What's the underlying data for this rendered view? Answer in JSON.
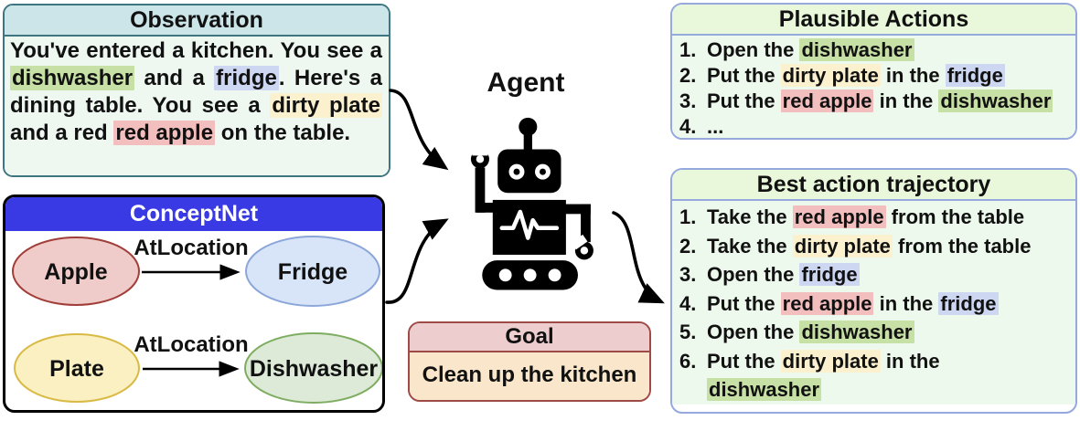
{
  "colors": {
    "text": "#111111",
    "obs-border": "#3d7680",
    "obs-header-bg": "#cbe5e9",
    "obs-body-bg": "#eef8f1",
    "cn-header-bg": "#3a3ae4",
    "goal-border": "#9e4a46",
    "goal-header-bg": "#edcdce",
    "goal-body-bg": "#fae7cb",
    "right-border": "#95a9dc",
    "right-header-bg": "#e9f7da",
    "right-body-bg": "#eef9ed",
    "arrow": "#000000"
  },
  "highlight_colors": {
    "dishwasher": "#c7e0a5",
    "fridge": "#cdd7f1",
    "plate": "#fbf1cf",
    "apple": "#f3bfbe"
  },
  "observation": {
    "title": "Observation",
    "segments": [
      {
        "t": "You've entered a kitchen. You see a "
      },
      {
        "t": "dishwasher",
        "h": "dishwasher"
      },
      {
        "t": " and a "
      },
      {
        "t": "fridge",
        "h": "fridge"
      },
      {
        "t": ". Here's a dining table. You see a "
      },
      {
        "t": "dirty plate",
        "h": "plate"
      },
      {
        "t": " and a red "
      },
      {
        "t": "red apple",
        "h": "apple"
      },
      {
        "t": " on the table."
      }
    ]
  },
  "conceptnet": {
    "title": "ConceptNet",
    "nodes": [
      {
        "label": "Apple",
        "fill": "#efccc9",
        "stroke": "#a23e39"
      },
      {
        "label": "Fridge",
        "fill": "#d8e4f8",
        "stroke": "#8ba6d8"
      },
      {
        "label": "Plate",
        "fill": "#fbf0c2",
        "stroke": "#d9ba45"
      },
      {
        "label": "Dishwasher",
        "fill": "#dcead7",
        "stroke": "#7ead61"
      }
    ],
    "edges": [
      {
        "label": "AtLocation",
        "from": "Apple",
        "to": "Fridge"
      },
      {
        "label": "AtLocation",
        "from": "Plate",
        "to": "Dishwasher"
      }
    ]
  },
  "agent": {
    "label": "Agent"
  },
  "goal": {
    "title": "Goal",
    "text": "Clean up the kitchen"
  },
  "plausible_actions": {
    "title": "Plausible Actions",
    "items": [
      {
        "n": "1.",
        "segments": [
          {
            "t": "Open the "
          },
          {
            "t": "dishwasher",
            "h": "dishwasher"
          }
        ]
      },
      {
        "n": "2.",
        "segments": [
          {
            "t": "Put the "
          },
          {
            "t": "dirty plate",
            "h": "plate"
          },
          {
            "t": " in the "
          },
          {
            "t": "fridge",
            "h": "fridge"
          }
        ]
      },
      {
        "n": "3.",
        "segments": [
          {
            "t": "Put the "
          },
          {
            "t": "red apple",
            "h": "apple"
          },
          {
            "t": " in the "
          },
          {
            "t": "dishwasher",
            "h": "dishwasher"
          }
        ]
      },
      {
        "n": "4.",
        "segments": [
          {
            "t": "..."
          }
        ]
      }
    ]
  },
  "best_trajectory": {
    "title": "Best action trajectory",
    "items": [
      {
        "n": "1.",
        "segments": [
          {
            "t": "Take the "
          },
          {
            "t": "red apple",
            "h": "apple"
          },
          {
            "t": " from the table"
          }
        ]
      },
      {
        "n": "2.",
        "segments": [
          {
            "t": "Take the "
          },
          {
            "t": "dirty plate",
            "h": "plate"
          },
          {
            "t": " from the table"
          }
        ]
      },
      {
        "n": "3.",
        "segments": [
          {
            "t": "Open the "
          },
          {
            "t": "fridge",
            "h": "fridge"
          }
        ]
      },
      {
        "n": "4.",
        "segments": [
          {
            "t": "Put the "
          },
          {
            "t": "red apple",
            "h": "apple"
          },
          {
            "t": " in the "
          },
          {
            "t": "fridge",
            "h": "fridge"
          }
        ]
      },
      {
        "n": "5.",
        "segments": [
          {
            "t": "Open the "
          },
          {
            "t": "dishwasher",
            "h": "dishwasher"
          }
        ]
      },
      {
        "n": "6.",
        "segments": [
          {
            "t": "Put the "
          },
          {
            "t": "dirty plate",
            "h": "plate"
          },
          {
            "t": " in the"
          },
          {
            "br": true
          },
          {
            "t": "dishwasher",
            "h": "dishwasher"
          }
        ]
      }
    ]
  }
}
